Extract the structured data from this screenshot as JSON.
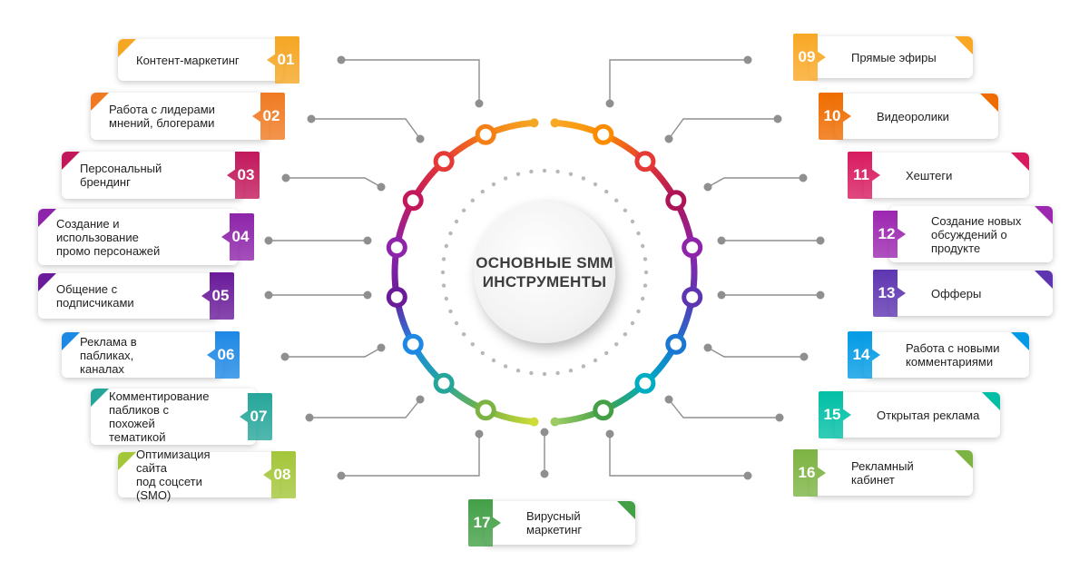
{
  "title": [
    "ОСНОВНЫЕ SMM",
    "ИНСТРУМЕНТЫ"
  ],
  "items": [
    {
      "num": "01",
      "lines": [
        "Контент-маркетинг"
      ],
      "color": "#F5A623"
    },
    {
      "num": "02",
      "lines": [
        "Работа с лидерами",
        "мнений, блогерами"
      ],
      "color": "#F07A22"
    },
    {
      "num": "03",
      "lines": [
        "Персональный",
        "брендинг"
      ],
      "color": "#C2185B"
    },
    {
      "num": "04",
      "lines": [
        "Создание и",
        "использование",
        "промо персонажей"
      ],
      "color": "#8E24AA"
    },
    {
      "num": "05",
      "lines": [
        "Общение с",
        "подписчиками"
      ],
      "color": "#6A1B9A"
    },
    {
      "num": "06",
      "lines": [
        "Реклама в",
        "пабликах, каналах"
      ],
      "color": "#1E88E5"
    },
    {
      "num": "07",
      "lines": [
        "Комментирование",
        "пабликов с похожей",
        "тематикой"
      ],
      "color": "#26A69A"
    },
    {
      "num": "08",
      "lines": [
        "Оптимизация сайта",
        "под соцсети (SMO)"
      ],
      "color": "#A4C639"
    },
    {
      "num": "09",
      "lines": [
        "Прямые эфиры"
      ],
      "color": "#F9A825"
    },
    {
      "num": "10",
      "lines": [
        "Видеоролики"
      ],
      "color": "#EF6C00"
    },
    {
      "num": "11",
      "lines": [
        "Хештеги"
      ],
      "color": "#D81B60"
    },
    {
      "num": "12",
      "lines": [
        "Создание новых",
        "обсуждений о",
        "продукте"
      ],
      "color": "#9C27B0"
    },
    {
      "num": "13",
      "lines": [
        "Офферы"
      ],
      "color": "#5E35B1"
    },
    {
      "num": "14",
      "lines": [
        "Работа с новыми",
        "комментариями"
      ],
      "color": "#039BE5"
    },
    {
      "num": "15",
      "lines": [
        "Открытая реклама"
      ],
      "color": "#00BFA5"
    },
    {
      "num": "16",
      "lines": [
        "Рекламный кабинет"
      ],
      "color": "#7CB342"
    },
    {
      "num": "17",
      "lines": [
        "Вирусный маркетинг"
      ],
      "color": "#43A047"
    }
  ],
  "ring_colors": {
    "left": [
      "#F5A623",
      "#F57F17",
      "#E53935",
      "#C2185B",
      "#8E24AA",
      "#6A1B9A",
      "#1E88E5",
      "#26A69A",
      "#7CB342",
      "#CDDC39"
    ],
    "right": [
      "#F9A825",
      "#FB8C00",
      "#E53935",
      "#AD1457",
      "#8E24AA",
      "#5E35B1",
      "#1976D2",
      "#00ACC1",
      "#43A047",
      "#9CCC65"
    ]
  },
  "connector_color": "#8f8f8f",
  "dot_color": "#b8b8b8"
}
